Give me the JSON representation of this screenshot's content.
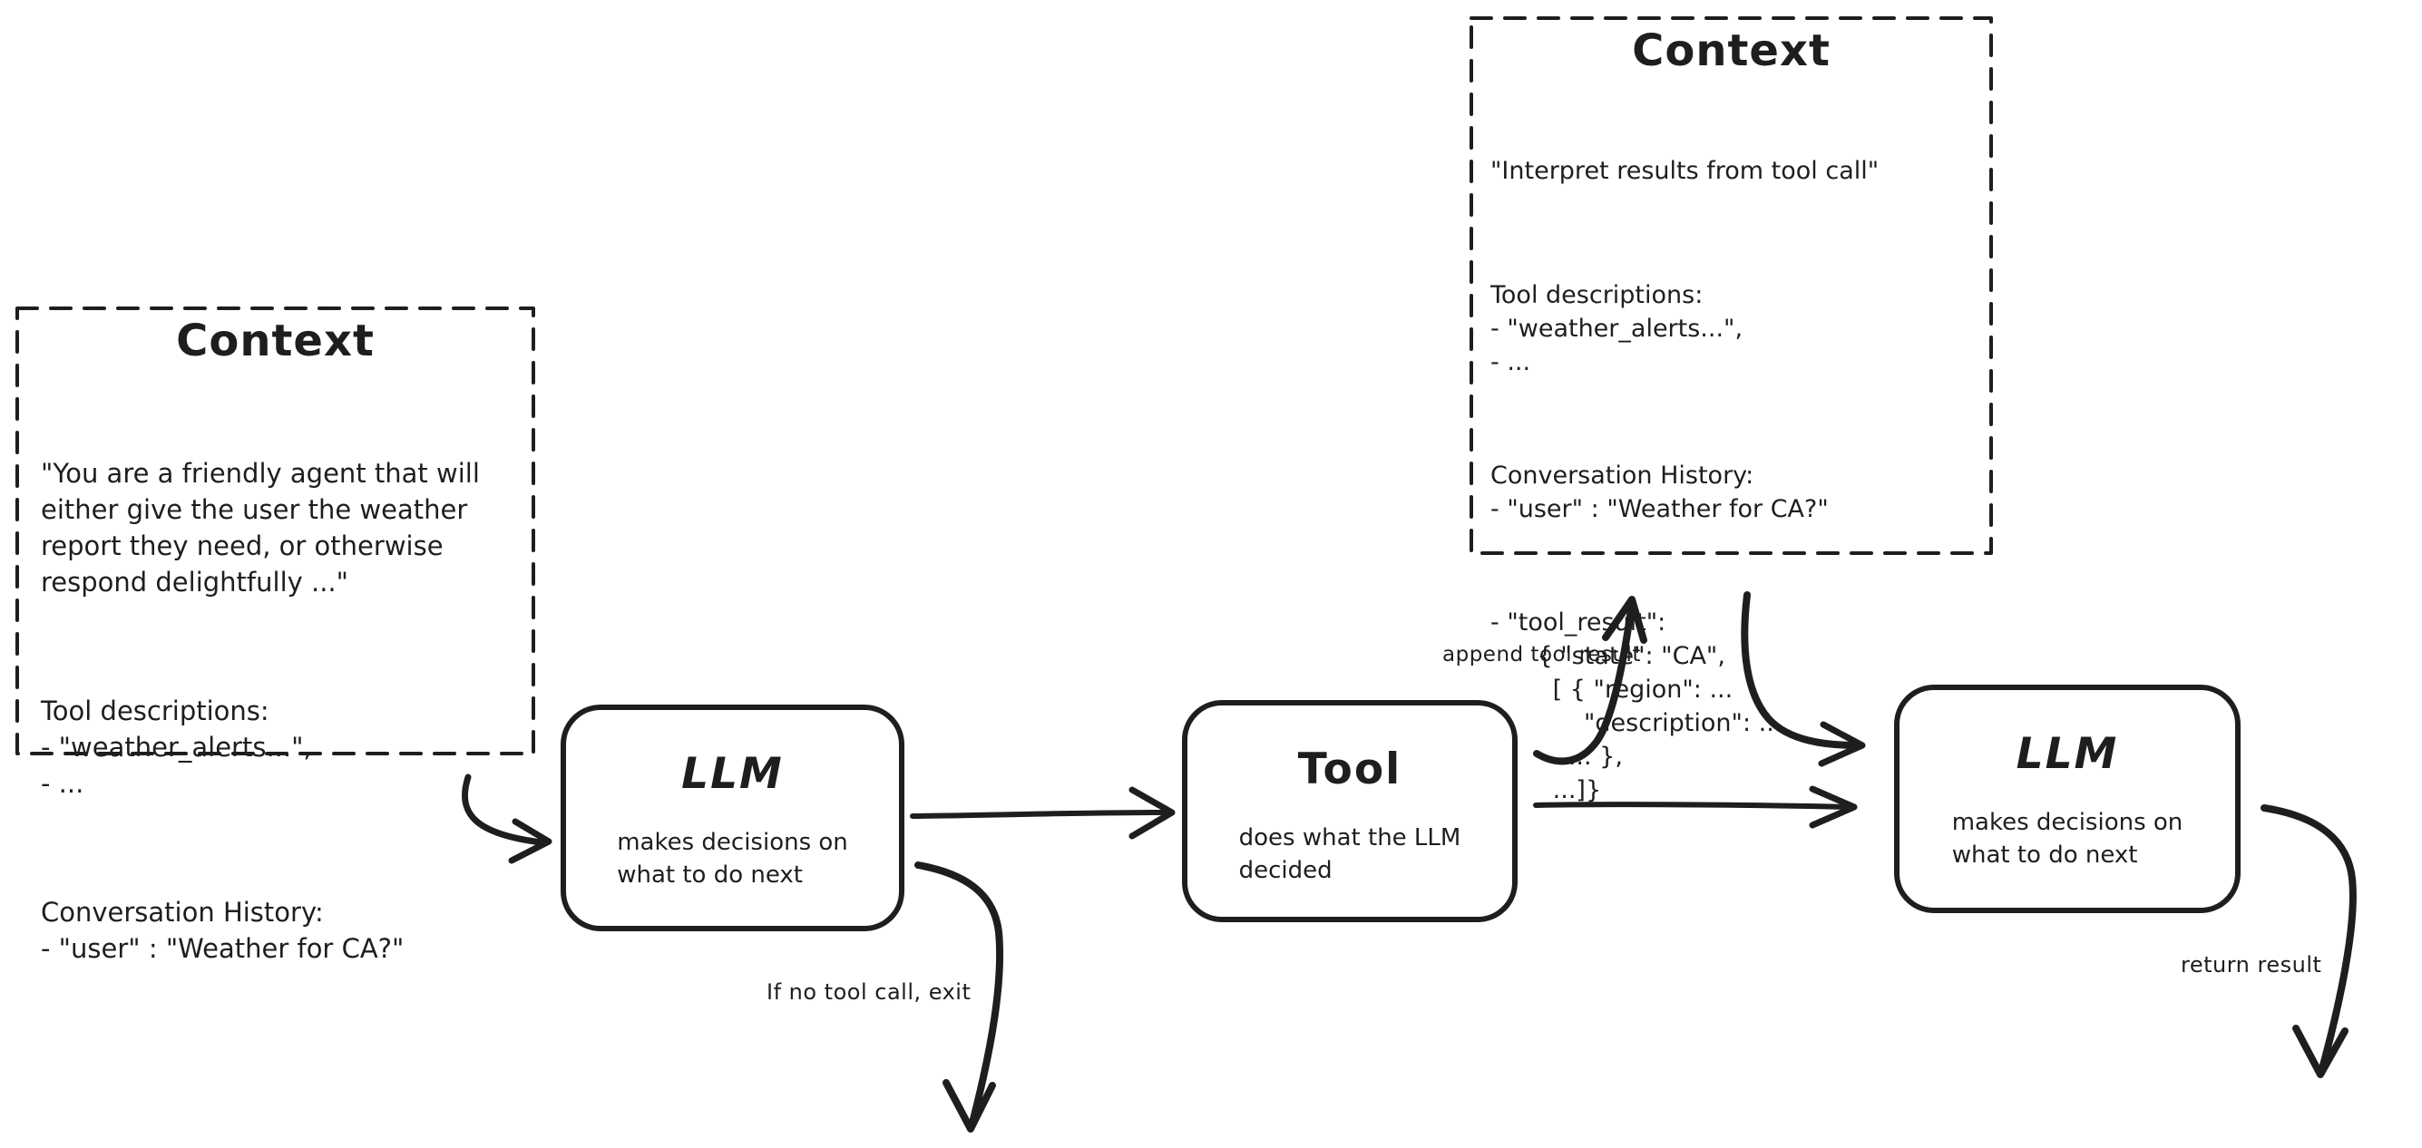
{
  "canvas": {
    "background": "#ffffff",
    "ink_color": "#1e1e1e"
  },
  "context_boxes": [
    {
      "id": "context-initial",
      "title": "Context",
      "paragraphs": [
        "\"You are a friendly agent that will\neither give the user the weather\nreport they need, or otherwise\nrespond delightfully ...\"",
        "Tool descriptions:\n- \"weather_alerts...\",\n- ...",
        "Conversation History:\n- \"user\" : \"Weather for CA?\""
      ]
    },
    {
      "id": "context-after-tool",
      "title": "Context",
      "paragraphs": [
        "\"Interpret results from tool call\"",
        "Tool descriptions:\n- \"weather_alerts...\",\n- ...",
        "Conversation History:\n- \"user\" : \"Weather for CA?\"",
        "- \"tool_result\":\n      { \"state\": \"CA\",\n        [ { \"region\": ...\n            \"description\": ...\n          ... },\n        ...]}"
      ]
    }
  ],
  "nodes": [
    {
      "id": "llm-1",
      "title": "LLM",
      "description": "makes decisions on\nwhat to do next"
    },
    {
      "id": "tool",
      "title": "Tool",
      "description": "does what the LLM\ndecided"
    },
    {
      "id": "llm-2",
      "title": "LLM",
      "description": "makes decisions on\nwhat to do next"
    }
  ],
  "edge_labels": [
    {
      "id": "append-tool-result",
      "text": "append tool result"
    },
    {
      "id": "if-no-tool-call-exit",
      "text": "If no tool call, exit"
    },
    {
      "id": "return-result",
      "text": "return result"
    }
  ]
}
